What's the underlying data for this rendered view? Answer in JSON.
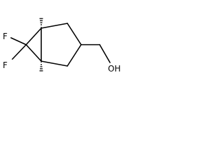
{
  "molecule": {
    "atoms": {
      "f_upper": "F",
      "f_lower": "F",
      "hydroxyl": "OH"
    }
  }
}
